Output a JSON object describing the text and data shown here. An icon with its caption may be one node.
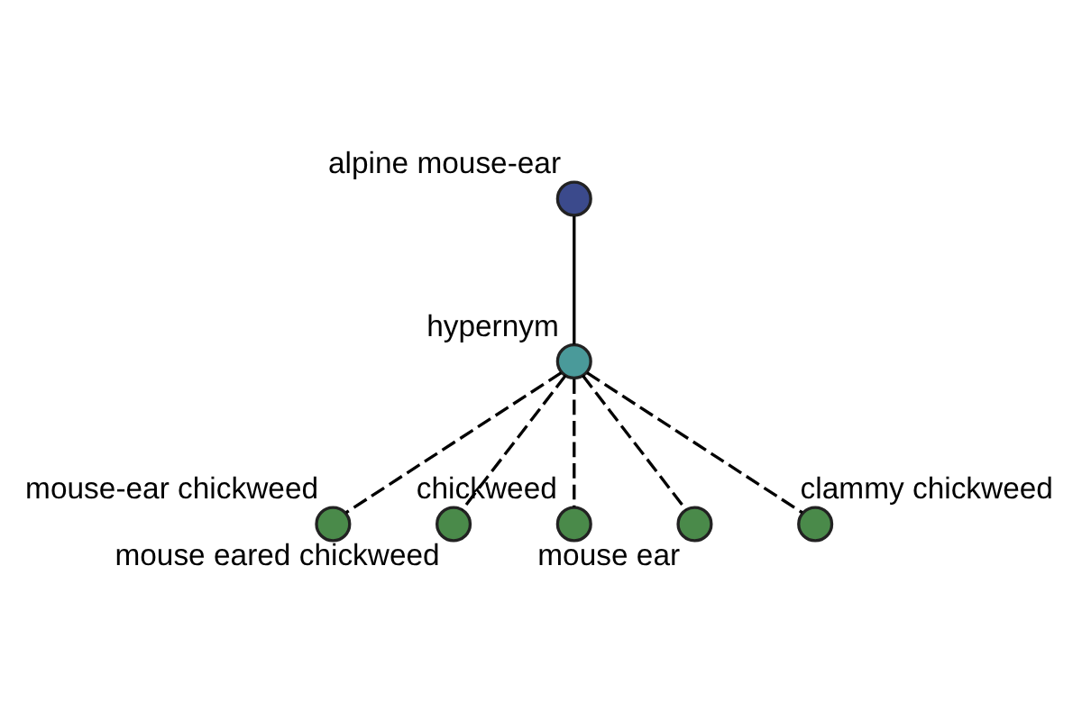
{
  "diagram": {
    "nodes": [
      {
        "text": [
          "alpine mouse-ear"
        ]
      },
      {
        "text": [
          "hypernym"
        ]
      },
      {
        "text": [
          "mouse-ear chickweed"
        ]
      },
      {
        "text": [
          "mouse eared chickweed"
        ]
      },
      {
        "text": [
          "chickweed"
        ]
      },
      {
        "text": [
          "mouse ear"
        ]
      },
      {
        "text": [
          "clammy chickweed"
        ]
      }
    ],
    "edges": [
      {
        "from": 0,
        "to": 1,
        "arrow": "none"
      },
      {
        "from": 1,
        "to": 2,
        "arrow": "none",
        "style": "dashed"
      },
      {
        "from": 1,
        "to": 3,
        "arrow": "none",
        "style": "dashed"
      },
      {
        "from": 1,
        "to": 4,
        "arrow": "none",
        "style": "dashed"
      },
      {
        "from": 1,
        "to": 5,
        "arrow": "none",
        "style": "dashed"
      },
      {
        "from": 1,
        "to": 6,
        "arrow": "none",
        "style": "dashed"
      }
    ]
  }
}
